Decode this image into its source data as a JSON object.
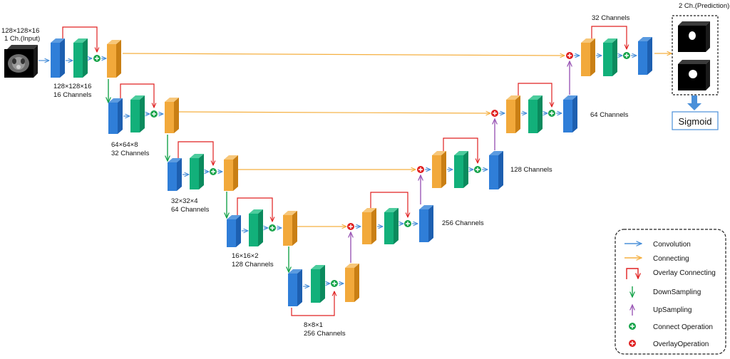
{
  "labels": {
    "input_size": "128×128×16",
    "input_ch": "1 Ch.(Input)",
    "l1_size": "128×128×16",
    "l1_ch": "16 Channels",
    "l2_size": "64×64×8",
    "l2_ch": "32 Channels",
    "l3_size": "32×32×4",
    "l3_ch": "64 Channels",
    "l4_size": "16×16×2",
    "l4_ch": "128 Channels",
    "l5_size": "8×8×1",
    "l5_ch": "256 Channels",
    "up4_ch": "256 Channels",
    "up3_ch": "128 Channels",
    "up2_ch": "64 Channels",
    "up1_ch": "32 Channels",
    "prediction": "2 Ch.(Prediction)",
    "sigmoid": "Sigmoid"
  },
  "legend": {
    "convolution": "Convolution",
    "connecting": "Connecting",
    "overlay_connecting": "Overlay Connecting",
    "downsampling": "DownSampling",
    "upsampling": "UpSampling",
    "connect_operation": "Connect Operation",
    "overlay_operation": "OverlayOperation"
  },
  "colors": {
    "conv_block": "#2f7ed8",
    "norm_block": "#12b07a",
    "feature_block": "#f2a93b",
    "convolution_arrow": "#4a90d9",
    "connecting_arrow": "#f5b041",
    "overlay_arrow": "#e02020",
    "downsampling_arrow": "#16a34a",
    "upsampling_arrow": "#9b59b6",
    "connect_op": "#16a34a",
    "overlay_op": "#e02020"
  }
}
